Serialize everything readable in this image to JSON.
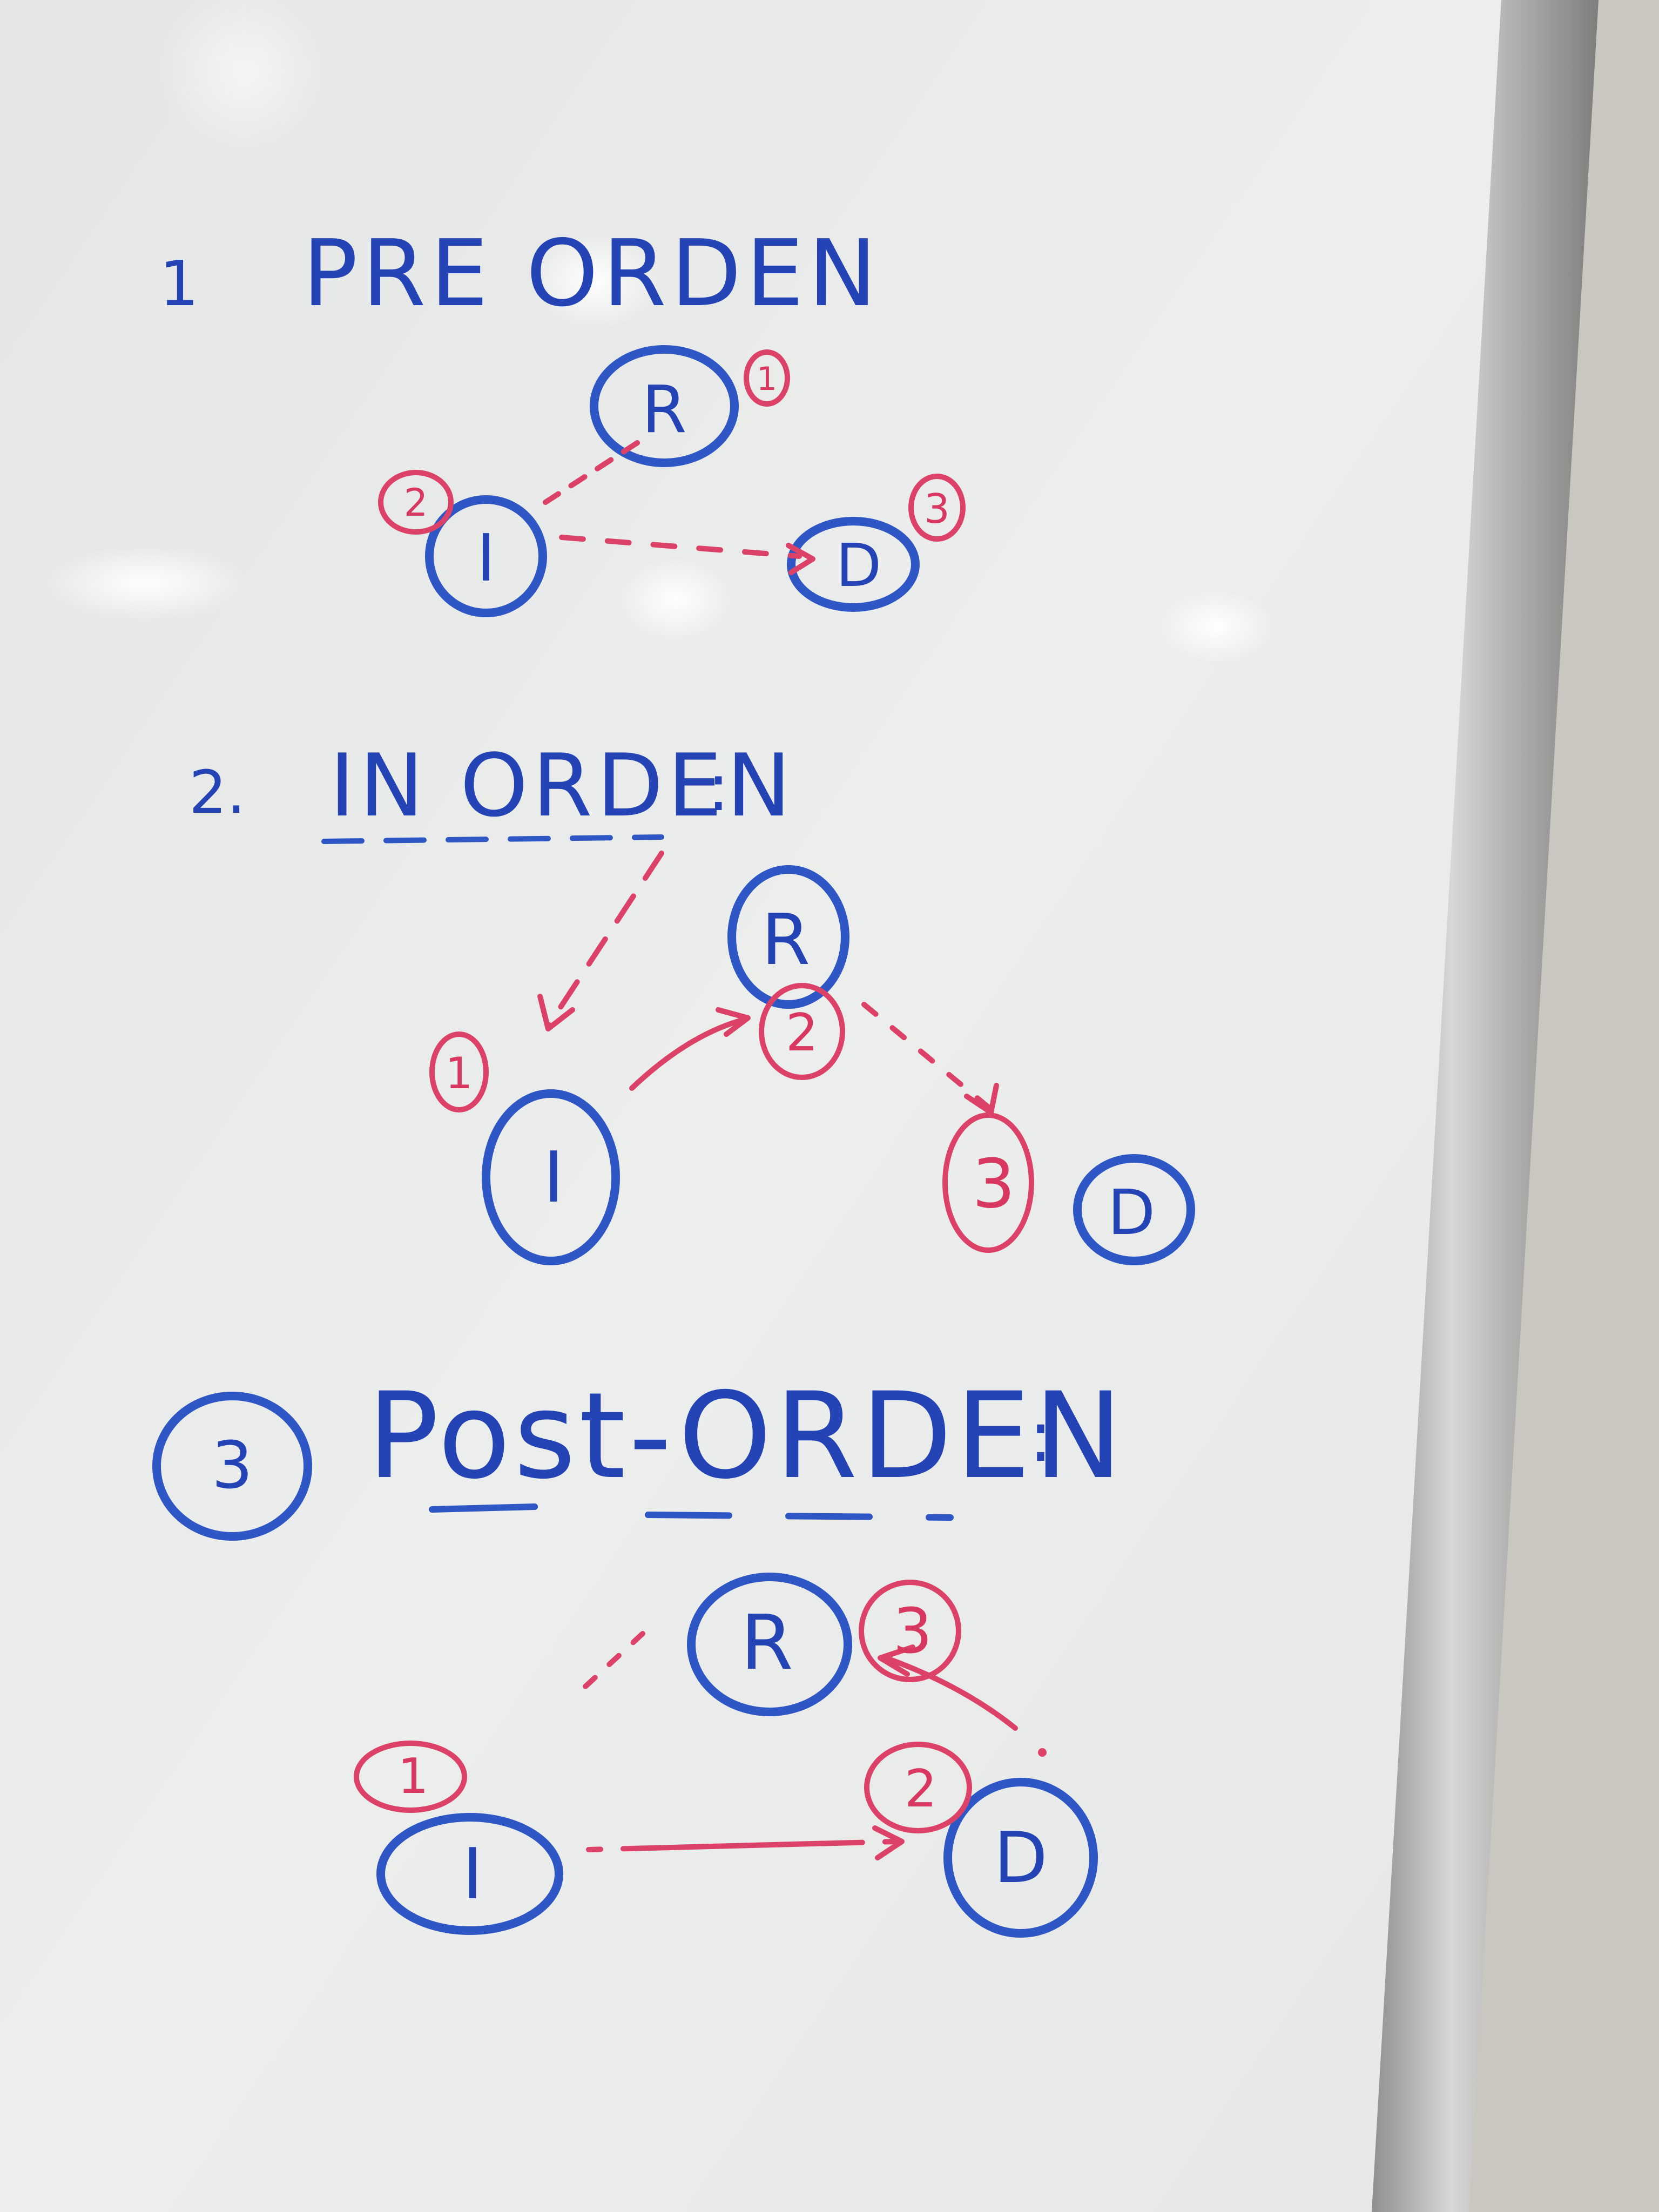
{
  "colors": {
    "board": "#e9ebea",
    "frame": "#a9aaa7",
    "wall": "#c9c7c0",
    "blue_marker": "#2444b6",
    "red_marker": "#d8375f"
  },
  "sections": [
    {
      "number": "1",
      "title": "PRE ORDEN",
      "nodes": {
        "root": "R",
        "left": "I",
        "right": "D"
      },
      "steps": [
        "1",
        "2",
        "3"
      ]
    },
    {
      "number": "2.",
      "title": "IN ORDEN",
      "colon": ":",
      "nodes": {
        "root": "R",
        "left": "I",
        "right": "D"
      },
      "steps": [
        "1",
        "2",
        "3"
      ]
    },
    {
      "number": "3",
      "title": "Post-ORDEN",
      "colon": ":",
      "nodes": {
        "root": "R",
        "left": "I",
        "right": "D"
      },
      "steps": [
        "1",
        "2",
        "3"
      ]
    }
  ]
}
